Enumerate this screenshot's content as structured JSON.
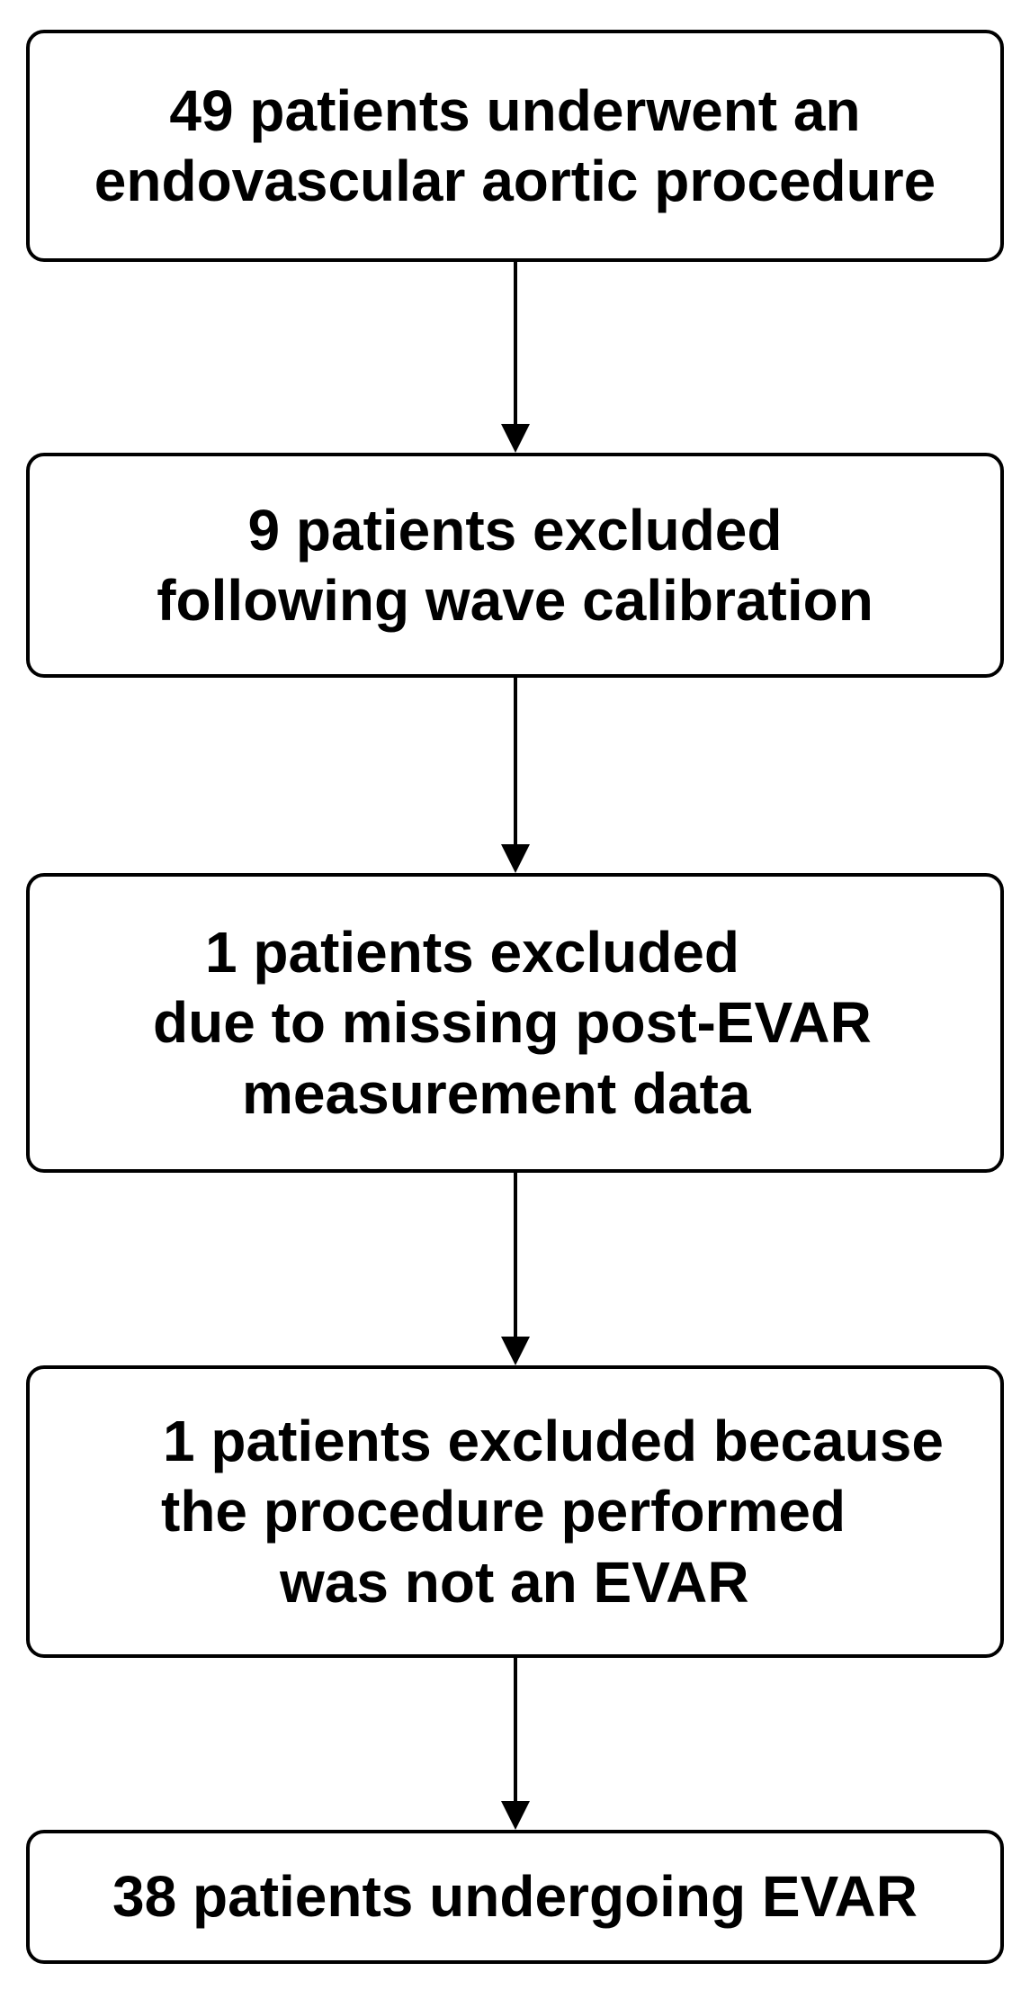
{
  "flowchart": {
    "steps": [
      {
        "lines": [
          "49 patients underwent an",
          "endovascular aortic procedure"
        ]
      },
      {
        "lines": [
          "9 patients excluded",
          "following wave calibration"
        ]
      },
      {
        "lines": [
          "1 patients excluded",
          "due to missing post-EVAR",
          "measurement data"
        ]
      },
      {
        "lines": [
          "1 patients excluded because",
          "the procedure performed",
          "was not an EVAR"
        ]
      },
      {
        "lines": [
          "38 patients undergoing EVAR"
        ]
      }
    ]
  },
  "colors": {
    "stroke": "#000000",
    "background": "#ffffff",
    "text": "#000000"
  }
}
